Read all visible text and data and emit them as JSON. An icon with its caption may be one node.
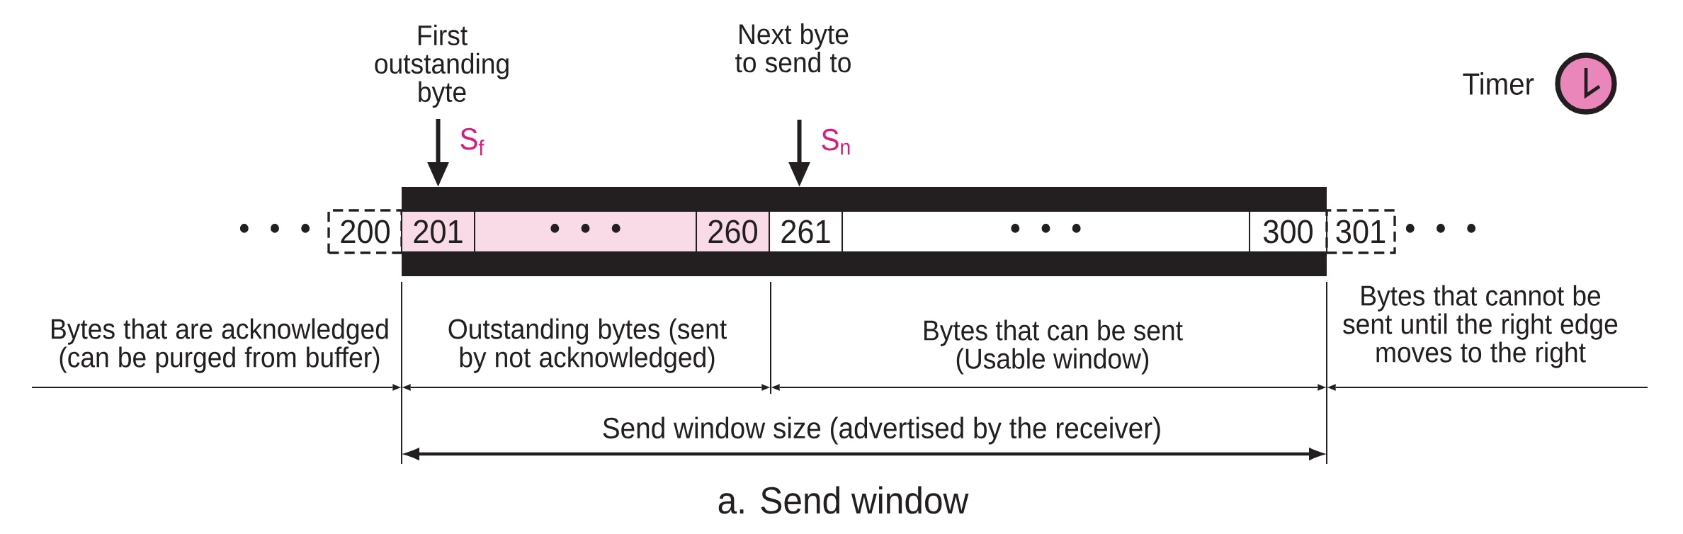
{
  "diagram": {
    "caption": "a. Send window",
    "nodes": [
      {
        "text": [
          "First outstanding byte"
        ]
      },
      {
        "text": [
          "Next byte to send to"
        ]
      },
      {
        "text": [
          "200"
        ]
      },
      {
        "text": [],
        "shape": "box"
      },
      {
        "text": [
          "201"
        ],
        "in": 3
      },
      {
        "text": [
          "• • •"
        ],
        "in": 3
      },
      {
        "text": [
          "260"
        ],
        "in": 3
      },
      {
        "text": [
          "261"
        ],
        "in": 3
      },
      {
        "text": [
          "• • •"
        ],
        "in": 3
      },
      {
        "text": [
          "300"
        ],
        "in": 3
      },
      {
        "text": [
          "301"
        ]
      }
    ],
    "edges": [
      {
        "from": 0,
        "to": 4,
        "arrow": "to",
        "label": "S$_{f}$"
      },
      {
        "from": 1,
        "to": 7,
        "arrow": "to",
        "label": "S$_{n}$"
      }
    ],
    "labels": [
      "Timer",
      "• • •",
      "• • •",
      "Bytes that are acknowledged (can be purged from buffer)",
      "Outstanding bytes (sent by not acknowledged)",
      "Bytes that can be sent (Usable window)",
      "Bytes that cannot be sent until the right edge moves to the right",
      "Send window size (advertised by the receiver)"
    ]
  }
}
